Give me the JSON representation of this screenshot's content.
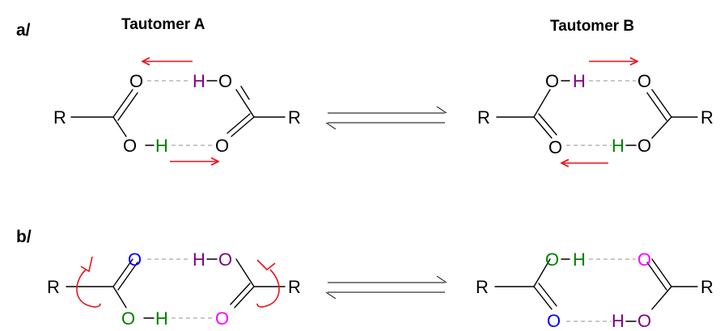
{
  "panels": {
    "a": {
      "label": "a/"
    },
    "b": {
      "label": "b/"
    }
  },
  "headings": {
    "left": "Tautomer A",
    "right": "Tautomer B"
  },
  "atoms": {
    "r": "R",
    "o": "O",
    "h": "H"
  },
  "colors": {
    "black": "#000000",
    "purple": "#800080",
    "green": "#008000",
    "blue": "#0000ff",
    "magenta": "#ff00ff",
    "arrow_red": "#e8141c",
    "h_bond_grey": "#c0c0c0"
  }
}
